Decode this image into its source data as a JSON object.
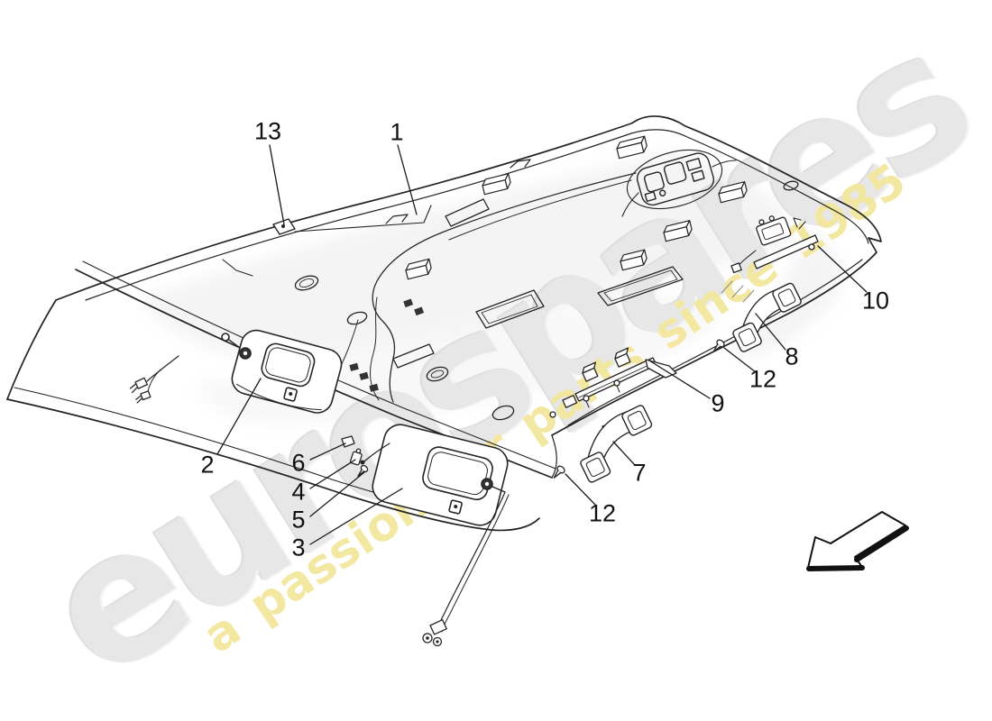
{
  "watermark": {
    "brand_text": "eurospares",
    "tagline_text": "a passion for parts since 1985",
    "brand_color": "#e7e7e7",
    "tagline_color": "#f3e79e"
  },
  "diagram": {
    "line_color": "#242424",
    "shading_color": "#ececec",
    "labels": {
      "p1": "1",
      "p2": "2",
      "p3": "3",
      "p4": "4",
      "p5": "5",
      "p6": "6",
      "p7": "7",
      "p8": "8",
      "p9": "9",
      "p10": "10",
      "p12a": "12",
      "p12b": "12",
      "p13": "13"
    },
    "arrow_icon": "direction-arrow-down-left"
  }
}
